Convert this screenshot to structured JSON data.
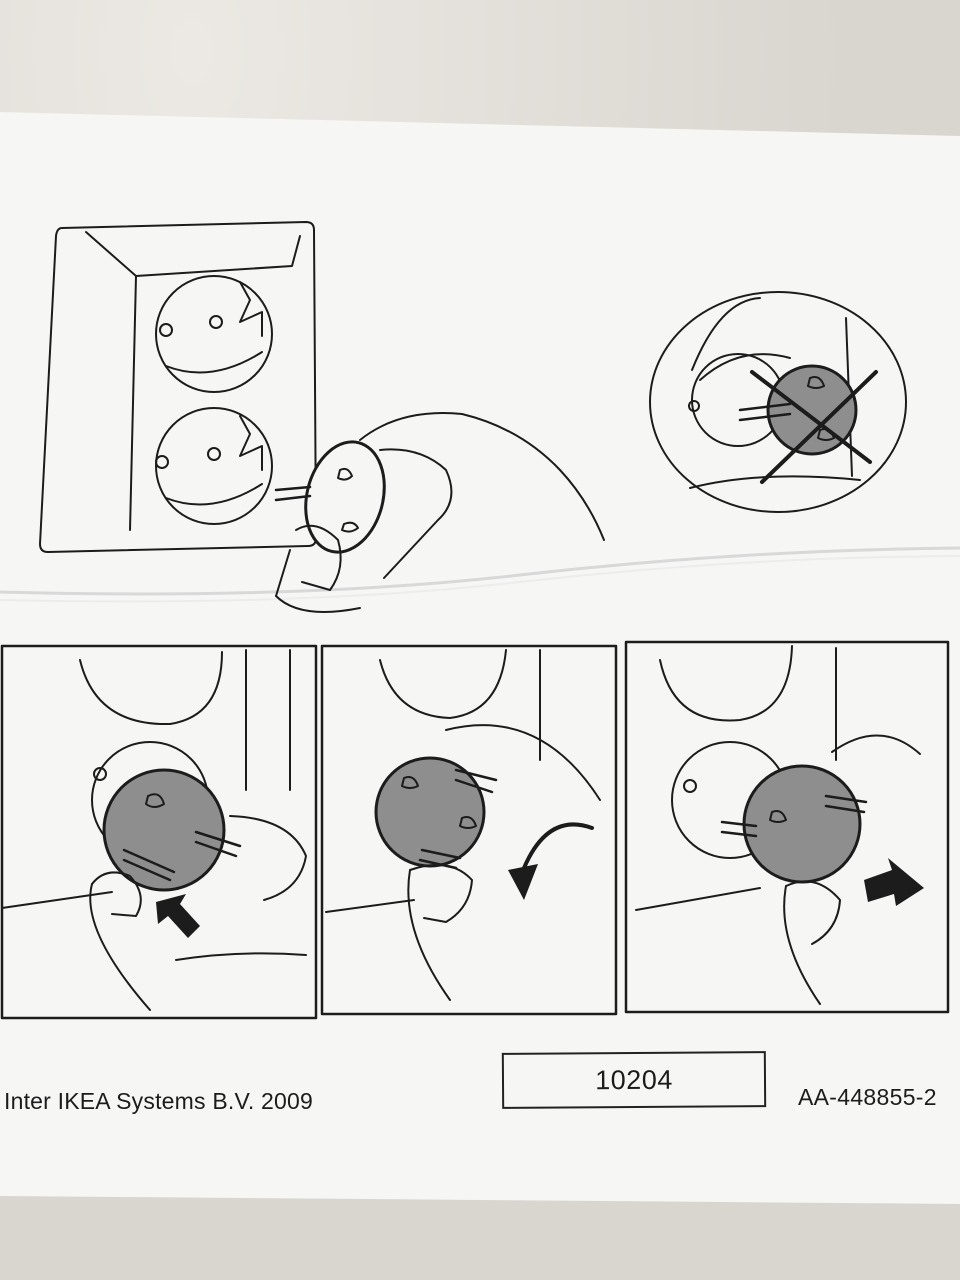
{
  "footer": {
    "copyright": "Inter IKEA Systems B.V. 2009",
    "code": "10204",
    "part_number": "AA-448855-2"
  },
  "colors": {
    "paper": "#f6f6f4",
    "ink": "#1c1c1c",
    "cover_fill": "#8e8e8e",
    "background_fabric": "#dcd8d2"
  },
  "icons": [
    "wall-socket",
    "socket-cover",
    "hand",
    "x-mark",
    "arrow-push",
    "arrow-rotate",
    "arrow-pull"
  ]
}
